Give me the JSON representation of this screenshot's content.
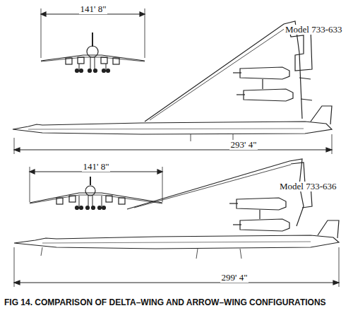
{
  "diagram": {
    "caption": "FIG 14. COMPARISON OF DELTA–WING AND ARROW–WING CONFIGURATIONS",
    "labels": [
      "141' 8\"",
      "Model 733-633",
      "293' 4\"",
      "141' 8\"",
      "Model 733-636",
      "299' 4\""
    ]
  }
}
